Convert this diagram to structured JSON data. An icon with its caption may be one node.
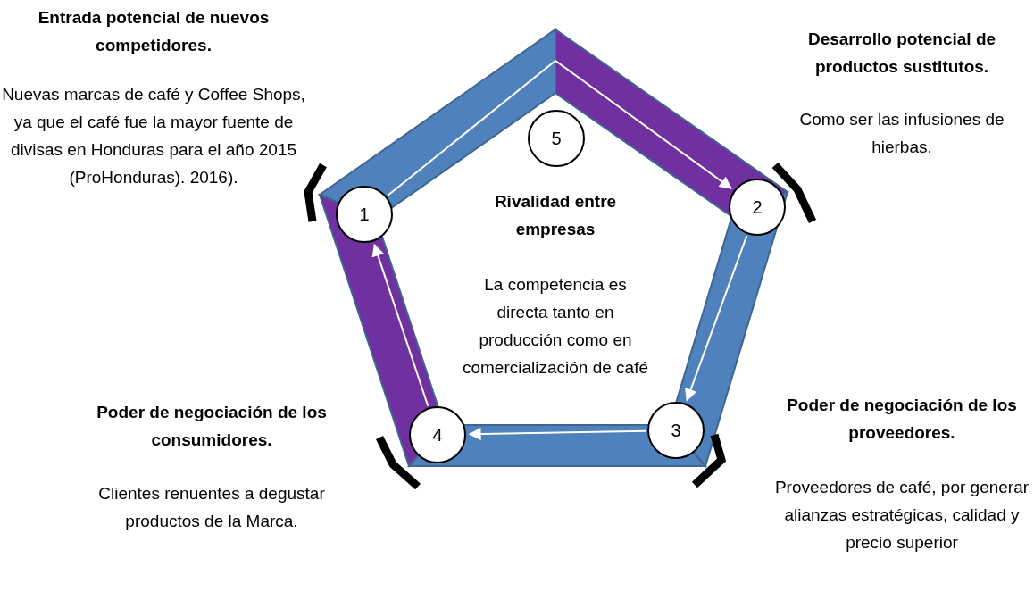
{
  "diagram": {
    "nodes": [
      {
        "text": [
          "1"
        ]
      },
      {
        "text": [
          "2"
        ]
      },
      {
        "text": [
          "3"
        ]
      },
      {
        "text": [
          "4"
        ]
      },
      {
        "text": [
          "5"
        ]
      }
    ],
    "edges": [
      {
        "from": 0,
        "to": 1,
        "arrow": "to"
      },
      {
        "from": 1,
        "to": 2,
        "arrow": "to"
      },
      {
        "from": 2,
        "to": 3,
        "arrow": "to"
      },
      {
        "from": 3,
        "to": 0,
        "arrow": "to"
      }
    ],
    "labels": [
      "Entrada potencial de nuevos competidores.",
      "Nuevas marcas de café y Coffee Shops, ya que el café fue la mayor fuente de divisas en Honduras para el año 2015 (ProHonduras). 2016).",
      "Desarrollo potencial de productos sustitutos.",
      "Como ser las infusiones de hierbas.",
      "Rivalidad entre empresas",
      "La competencia es directa tanto en producción como en comercialización de café",
      "Poder de negociación de los consumidores.",
      "Clientes renuentes a degustar productos de la Marca.",
      "Poder de negociación de los proveedores.",
      "Proveedores de café, por generar alianzas estratégicas, calidad y precio superior"
    ]
  }
}
